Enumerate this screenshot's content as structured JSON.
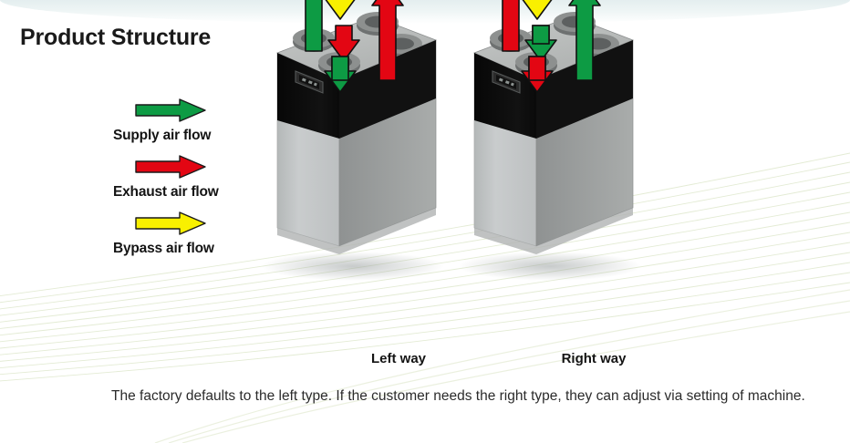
{
  "slide": {
    "title": "Product Structure",
    "caption": "The factory defaults to the left type. If the customer needs the right type, they can adjust via setting of machine.",
    "background_color": "#ffffff",
    "top_band_color": "#e4eeef",
    "swoosh_color": "#e9efdc"
  },
  "legend": {
    "items": [
      {
        "label": "Supply air flow",
        "color": "#0d9b44",
        "outline": "#1a1a1a",
        "icon": "right-arrow-icon"
      },
      {
        "label": "Exhaust air flow",
        "color": "#e30613",
        "outline": "#1a1a1a",
        "icon": "right-arrow-icon"
      },
      {
        "label": "Bypass air flow",
        "color": "#f9f000",
        "outline": "#1a1a1a",
        "icon": "right-arrow-icon"
      }
    ]
  },
  "devices": [
    {
      "id": "left",
      "label": "Left way",
      "body": {
        "top_face_color": "#b9bcbb",
        "front_panel_color": "#0d0d0d",
        "front_body_color": "#c3c6c7",
        "side_face_color": "#9ea1a1",
        "port_color": "#7c7f7e",
        "display_color": "#1c1c1c"
      },
      "arrows": [
        {
          "name": "supply-out-arrow",
          "color": "#0d9b44",
          "direction": "up"
        },
        {
          "name": "bypass-in-arrow",
          "color": "#f9f000",
          "direction": "down"
        },
        {
          "name": "exhaust-in-arrow",
          "color": "#e30613",
          "direction": "down"
        },
        {
          "name": "supply-in-arrow",
          "color": "#0d9b44",
          "direction": "down"
        },
        {
          "name": "exhaust-out-arrow",
          "color": "#e30613",
          "direction": "up"
        },
        {
          "name": "bypass-out-arrow",
          "color": "#f9f000",
          "direction": "up"
        }
      ]
    },
    {
      "id": "right",
      "label": "Right way",
      "body": {
        "top_face_color": "#b9bcbb",
        "front_panel_color": "#0d0d0d",
        "front_body_color": "#c3c6c7",
        "side_face_color": "#9ea1a1",
        "port_color": "#7c7f7e",
        "display_color": "#1c1c1c"
      },
      "arrows": [
        {
          "name": "exhaust-out-arrow",
          "color": "#e30613",
          "direction": "up"
        },
        {
          "name": "bypass-in-arrow",
          "color": "#f9f000",
          "direction": "down"
        },
        {
          "name": "supply-in-arrow",
          "color": "#0d9b44",
          "direction": "down"
        },
        {
          "name": "exhaust-in-arrow",
          "color": "#e30613",
          "direction": "down"
        },
        {
          "name": "supply-out-arrow",
          "color": "#0d9b44",
          "direction": "up"
        },
        {
          "name": "bypass-out-arrow",
          "color": "#f9f000",
          "direction": "up"
        }
      ]
    }
  ]
}
